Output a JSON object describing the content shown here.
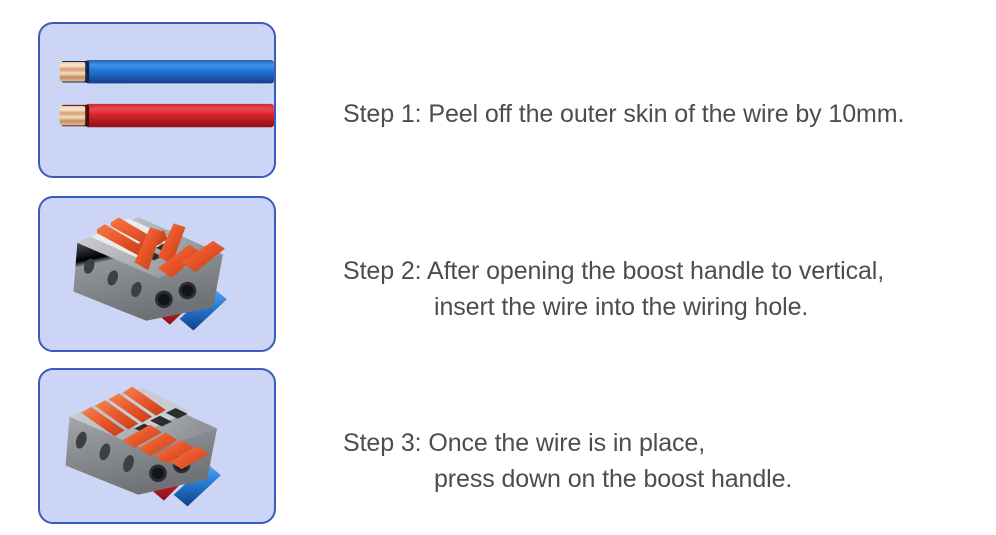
{
  "page": {
    "title": "Wire connector installation instructions",
    "background_color": "#ffffff",
    "text_color": "#4d4d4d",
    "panel_fill": "#ccd5f5",
    "panel_border": "#3c5bbd",
    "wire_blue": "#1f6fd0",
    "wire_red": "#cf2230",
    "copper": "#d9a173",
    "connector_body": "#8e9196",
    "lever_orange": "#e8562a"
  },
  "steps": [
    {
      "id": "step-1",
      "line1": "Step 1: Peel off the outer skin of the wire by 10mm.",
      "line2": "",
      "image": {
        "name": "stripped-wires-illustration",
        "alt": "Blue and red wires with 10mm of insulation stripped exposing copper conductor"
      }
    },
    {
      "id": "step-2",
      "line1": "Step 2: After opening the boost handle to vertical,",
      "line2": "insert the wire into the wiring hole.",
      "image": {
        "name": "connector-levers-open-illustration",
        "alt": "Grey lever wire connector with orange levers raised vertical and red and blue wires inserted"
      }
    },
    {
      "id": "step-3",
      "line1": "Step 3: Once the wire is in place,",
      "line2": "press down on the boost handle.",
      "image": {
        "name": "connector-levers-closed-illustration",
        "alt": "Grey lever wire connector with orange levers pressed down flat clamping the red and blue wires"
      }
    }
  ]
}
